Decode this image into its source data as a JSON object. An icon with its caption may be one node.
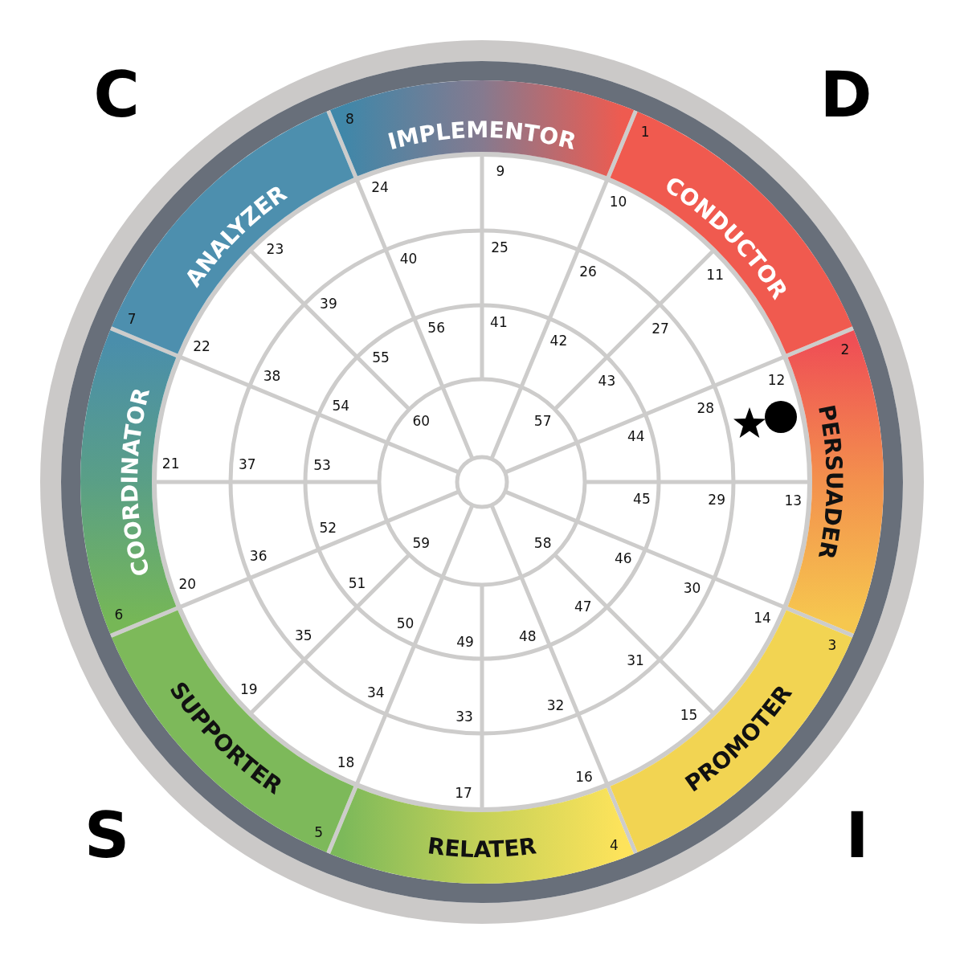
{
  "diagram": {
    "nodes": [
      {
        "text": [
          "8",
          "IMPLEMENTOR"
        ]
      },
      {
        "text": [
          "1",
          "CONDUCTOR"
        ]
      },
      {
        "text": [
          "2",
          "PERSUADER"
        ]
      },
      {
        "text": [
          "3",
          "PROMOTER"
        ]
      },
      {
        "text": [
          "RELATER",
          "4"
        ]
      },
      {
        "text": [
          "SUPPORTER",
          "5"
        ]
      },
      {
        "text": [
          "COORDINATOR",
          "6"
        ]
      },
      {
        "text": [
          "ANALYZER",
          "7"
        ]
      }
    ],
    "labels": [
      "C",
      "D",
      "S",
      "I",
      "9",
      "10",
      "11",
      "12",
      "13",
      "14",
      "15",
      "16",
      "17",
      "18",
      "19",
      "20",
      "21",
      "22",
      "23",
      "24",
      "25",
      "26",
      "27",
      "28",
      "29",
      "30",
      "31",
      "32",
      "33",
      "34",
      "35",
      "36",
      "37",
      "38",
      "39",
      "40",
      "41",
      "42",
      "43",
      "44",
      "45",
      "46",
      "47",
      "48",
      "49",
      "50",
      "51",
      "52",
      "53",
      "54",
      "55",
      "56",
      "57",
      "58",
      "59",
      "60"
    ]
  }
}
